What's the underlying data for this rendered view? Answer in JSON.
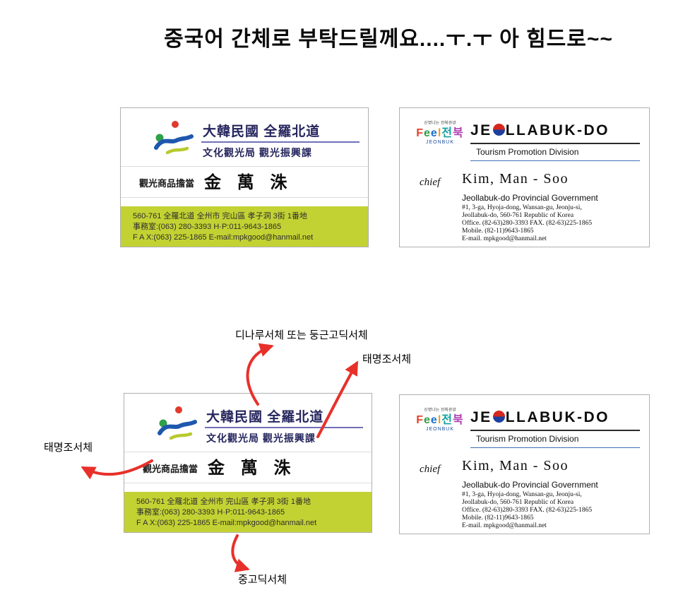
{
  "title": "중국어 간체로 부탁드릴께요....ㅜ.ㅜ 아 힘드로~~",
  "cards": {
    "korean": {
      "org_line1": "大韓民國 全羅北道",
      "org_line2": "文化觀光局 觀光振興課",
      "role": "觀光商品擔當",
      "name": "金 萬 洙",
      "address_lines": [
        "560-761 全羅北道 全州市 完山區 孝子洞 3街 1番地",
        "事務室:(063) 280-3393  H·P:011-9643-1865",
        "F A X:(063) 225-1865  E-mail:mpkgood@hanmail.net"
      ],
      "footer_color": "#c3d233"
    },
    "english": {
      "logo_slogan": "신명나는 전북관광",
      "logo_letters": [
        {
          "ch": "F",
          "color": "#e8412a"
        },
        {
          "ch": "e",
          "color": "#2e9e44"
        },
        {
          "ch": "e",
          "color": "#1b6fd0"
        },
        {
          "ch": "l",
          "color": "#f0a01e"
        },
        {
          "ch": "전",
          "color": "#13a0a0"
        },
        {
          "ch": "북",
          "color": "#b03fb5"
        }
      ],
      "logo_caption": "JEONBUK",
      "org_prefix": "JE",
      "org_suffix": "LLABUK-DO",
      "division": "Tourism Promotion Division",
      "title_label": "chief",
      "person_name": "Kim, Man - Soo",
      "gov_name": "Jeollabuk-do Provincial Government",
      "address_lines": [
        "#1, 3-ga, Hyoja-dong, Wansan-gu, Jeonju-si,",
        "Jeollabuk-do, 560-761  Republic of Korea",
        "Office. (82-63)280-3393  FAX. (82-63)225-1865",
        "Mobile. (82-11)9643-1865",
        "E-mail. mpkgood@hanmail.net"
      ]
    }
  },
  "annotations": {
    "top": "디나루서체 또는 둥근고딕서체",
    "right": "태명조서체",
    "left": "태명조서체",
    "bottom": "중고딕서체"
  },
  "colors": {
    "arrow_red": "#e8302a",
    "kr_footer_green": "#c3d233",
    "taegeuk_red": "#d5281e",
    "taegeuk_blue": "#1d3f9e"
  }
}
